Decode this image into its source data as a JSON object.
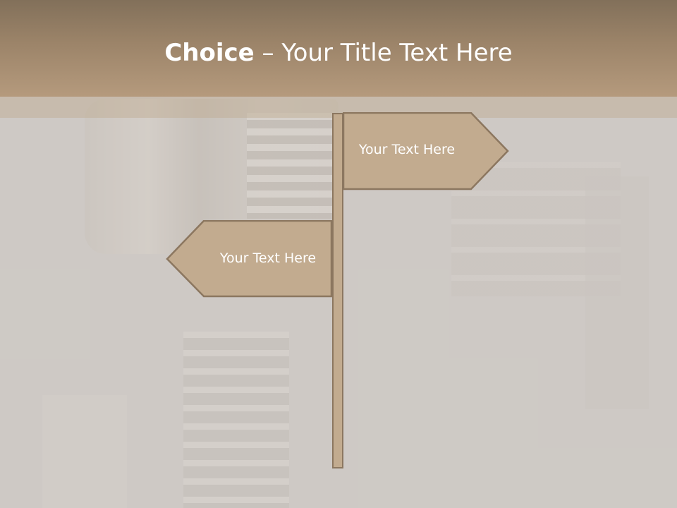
{
  "slide": {
    "title_bold": "Choice",
    "title_rest": " – Your Title Text Here"
  },
  "signpost": {
    "right_sign_text": "Your Text Here",
    "left_sign_text": "Your Text Here"
  },
  "colors": {
    "title_band": "#9c8469",
    "sign_fill": "#c2ab8f",
    "sign_stroke": "#8c7760",
    "text": "#ffffff"
  }
}
